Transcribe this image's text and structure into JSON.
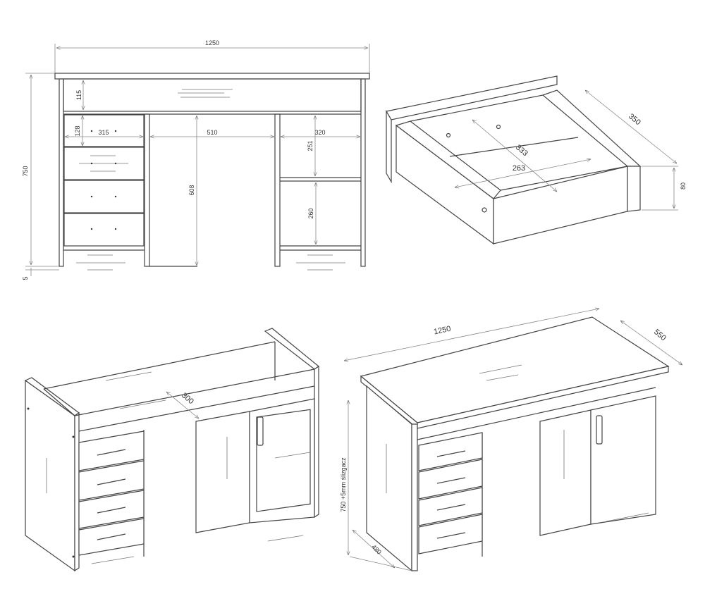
{
  "front_view": {
    "width": "1250",
    "top_drawer_height": "115",
    "drawer_height": "128",
    "drawer_width": "315",
    "knee_space_width": "510",
    "cabinet_width": "320",
    "shelf_upper": "251",
    "total_height": "750",
    "knee_space_height": "608",
    "shelf_lower": "260",
    "glide": "5"
  },
  "drawer_view": {
    "depth": "350",
    "diagonal": "333",
    "inner_width": "263",
    "height": "80"
  },
  "open_view": {
    "top_drawer_depth": "300"
  },
  "perspective_view": {
    "width": "1250",
    "depth": "550",
    "height": "750 +5mm ślizgacz",
    "side_depth": "480"
  }
}
